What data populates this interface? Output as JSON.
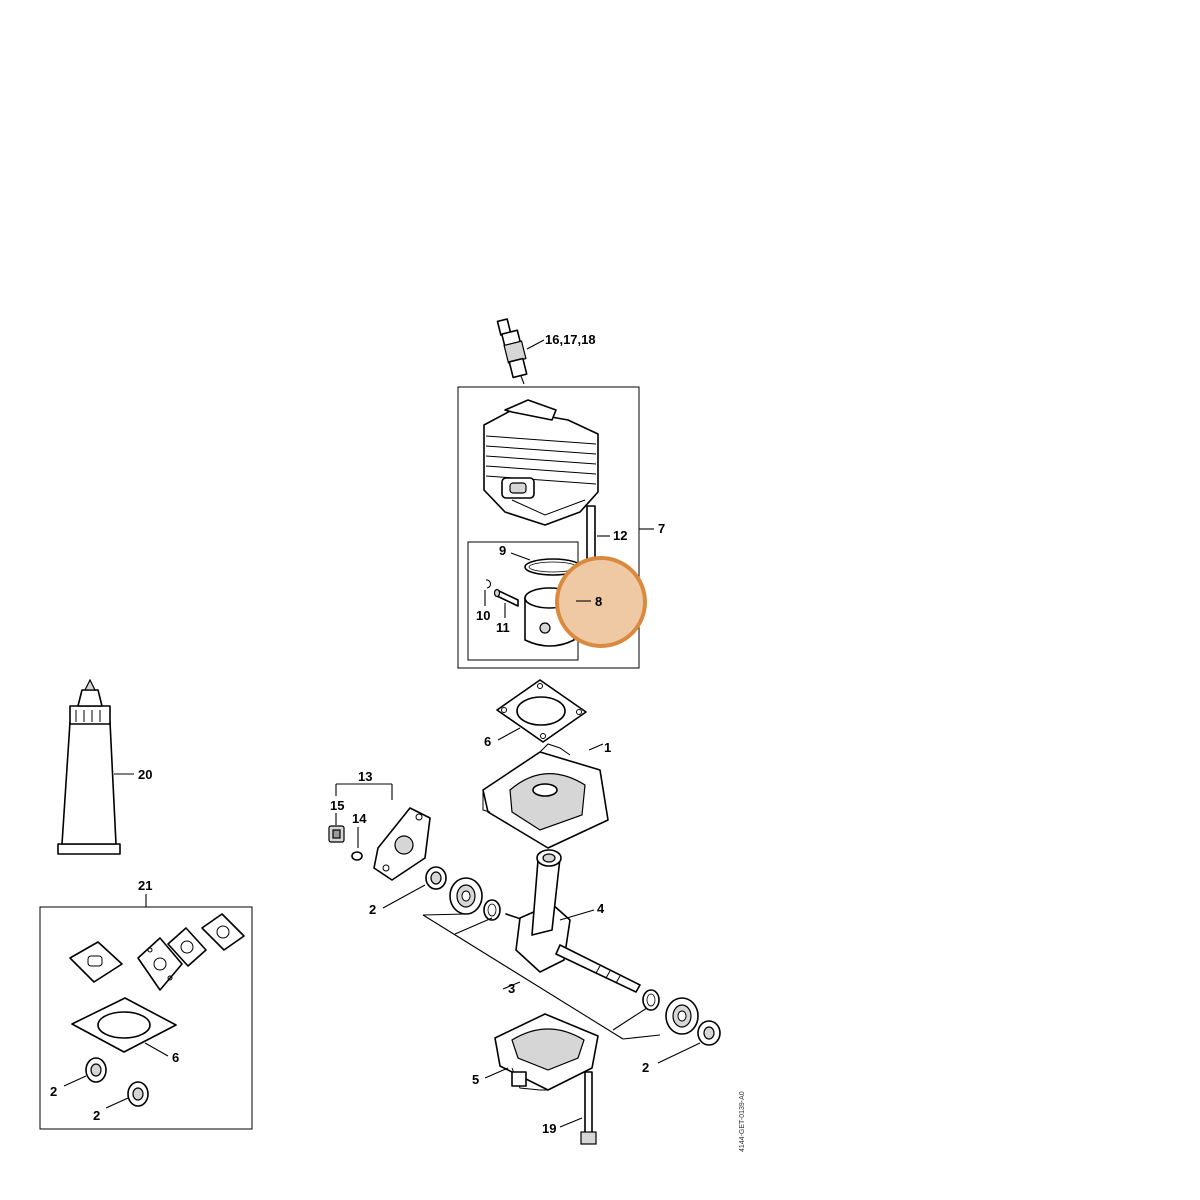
{
  "callouts": {
    "c1": "1",
    "c2a": "2",
    "c2b": "2",
    "c2c": "2",
    "c2d": "2",
    "c3": "3",
    "c4": "4",
    "c5": "5",
    "c6a": "6",
    "c6b": "6",
    "c7": "7",
    "c8": "8",
    "c9": "9",
    "c10": "10",
    "c11": "11",
    "c12": "12",
    "c13": "13",
    "c14": "14",
    "c15": "15",
    "c16": "16,17,18",
    "c19": "19",
    "c20": "20",
    "c21": "21"
  },
  "drawing_code": "4144-GET-0139-A0",
  "highlight": {
    "target": "8",
    "color": "#d98a3f",
    "fill": "#efc8a4"
  }
}
